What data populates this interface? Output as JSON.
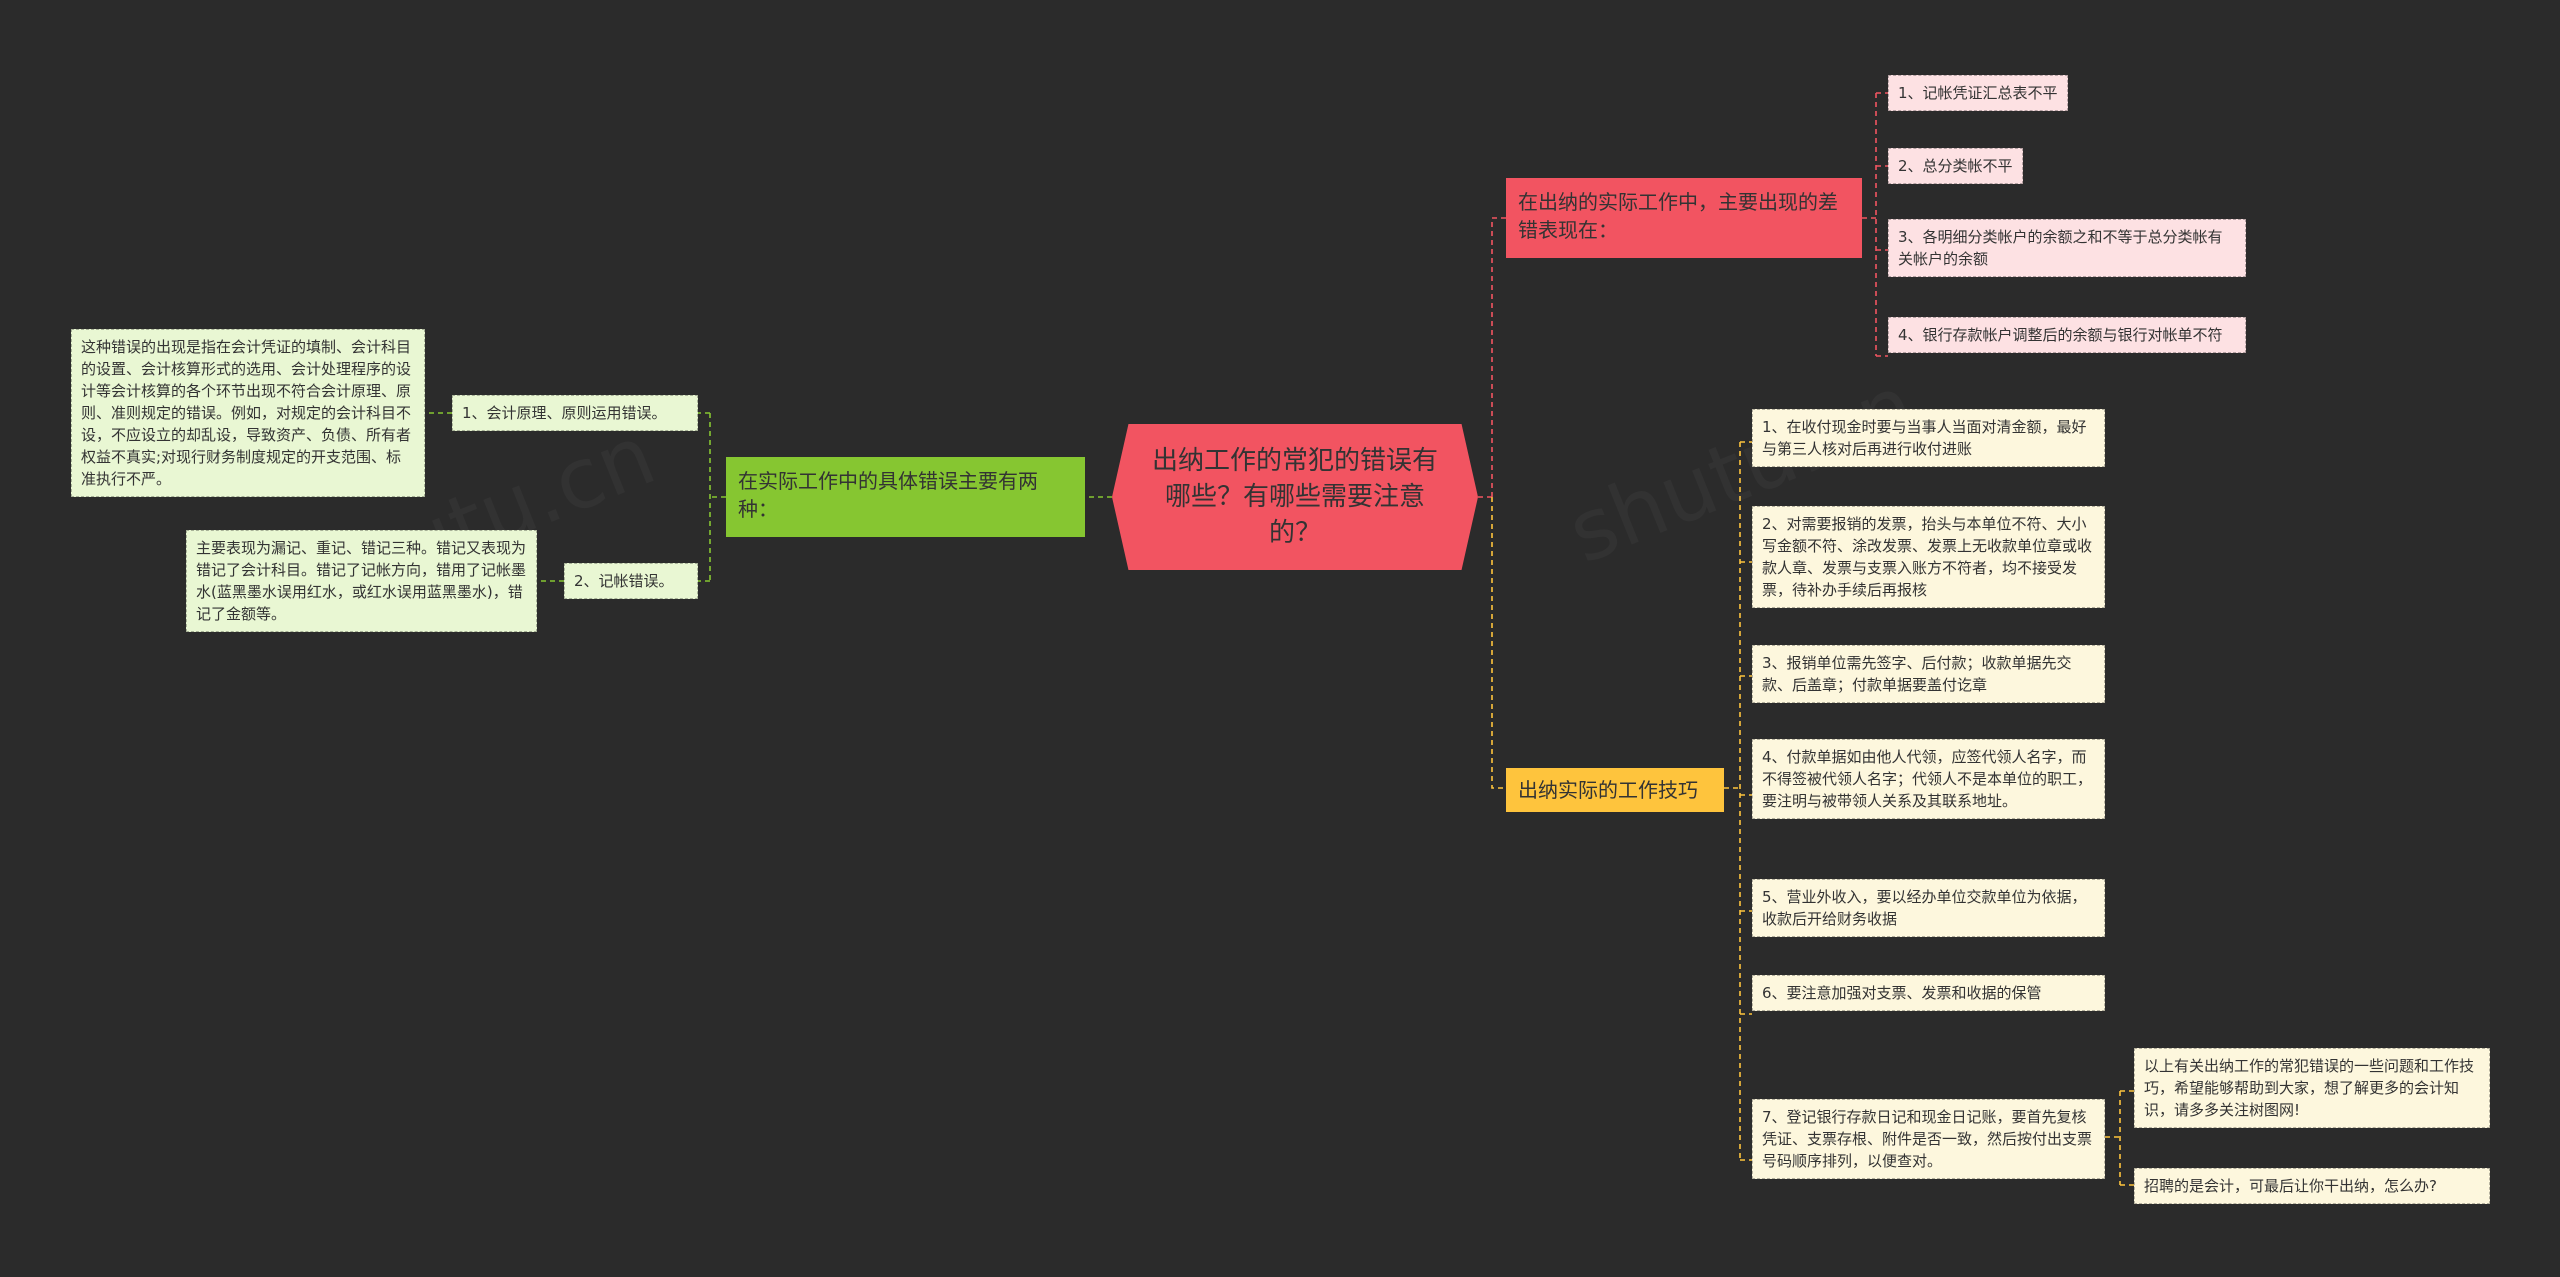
{
  "root": {
    "text": "出纳工作的常犯的错误有哪些？有哪些需要注意的？"
  },
  "branch_errors": {
    "text": "在出纳的实际工作中，主要出现的差错表现在：",
    "items": [
      "1、记帐凭证汇总表不平",
      "2、总分类帐不平",
      "3、各明细分类帐户的余额之和不等于总分类帐有关帐户的余额",
      "4、银行存款帐户调整后的余额与银行对帐单不符"
    ]
  },
  "branch_tips": {
    "text": "出纳实际的工作技巧",
    "items": [
      "1、在收付现金时要与当事人当面对清金额，最好与第三人核对后再进行收付进账",
      "2、对需要报销的发票，抬头与本单位不符、大小写金额不符、涂改发票、发票上无收款单位章或收款人章、发票与支票入账方不符者，均不接受发票，待补办手续后再报核",
      "3、报销单位需先签字、后付款；收款单据先交款、后盖章；付款单据要盖付讫章",
      "4、付款单据如由他人代领，应签代领人名字，而不得签被代领人名字；代领人不是本单位的职工，要注明与被带领人关系及其联系地址。",
      "5、营业外收入，要以经办单位交款单位为依据，收款后开给财务收据",
      "6、要注意加强对支票、发票和收据的保管",
      "7、登记银行存款日记和现金日记账，要首先复核凭证、支票存根、附件是否一致，然后按付出支票号码顺序排列，以便查对。"
    ],
    "sub_items": [
      "以上有关出纳工作的常犯错误的一些问题和工作技巧，希望能够帮助到大家，想了解更多的会计知识，请多多关注树图网!",
      "招聘的是会计，可最后让你干出纳，怎么办?"
    ]
  },
  "branch_types": {
    "text": "在实际工作中的具体错误主要有两种：",
    "items": [
      "1、会计原理、原则运用错误。",
      "2、记帐错误。"
    ],
    "details": [
      "这种错误的出现是指在会计凭证的填制、会计科目的设置、会计核算形式的选用、会计处理程序的设计等会计核算的各个环节出现不符合会计原理、原则、准则规定的错误。例如，对规定的会计科目不设，不应设立的却乱设，导致资产、负债、所有者权益不真实;对现行财务制度规定的开支范围、标准执行不严。",
      "主要表现为漏记、重记、错记三种。错记又表现为错记了会计科目。错记了记帐方向，错用了记帐墨水(蓝黑墨水误用红水，或红水误用蓝黑墨水)，错记了金额等。"
    ]
  },
  "colors": {
    "background": "#2b2b2b",
    "root": "#f25461",
    "branch_red": "#f25461",
    "branch_yellow": "#fec43d",
    "branch_green": "#86c631",
    "leaf_pink": "#fde1e3",
    "leaf_cream": "#fdf7dd",
    "leaf_green": "#e9f7d3"
  }
}
